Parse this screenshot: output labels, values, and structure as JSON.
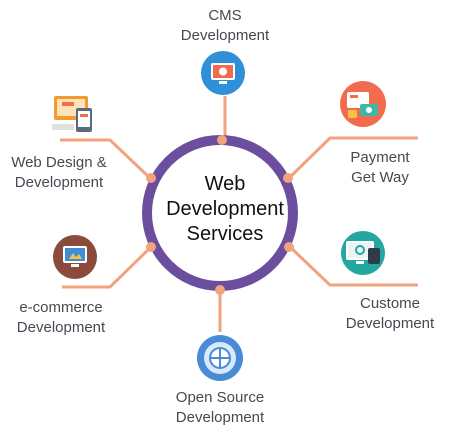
{
  "center": {
    "lines": [
      "Web",
      "Development",
      "Services"
    ]
  },
  "nodes": [
    {
      "id": "cms",
      "lines": [
        "CMS",
        "Development"
      ],
      "icon": "cms-screen-icon"
    },
    {
      "id": "web-design",
      "lines": [
        "Web Design &",
        "Development"
      ],
      "icon": "devices-icon"
    },
    {
      "id": "payment",
      "lines": [
        "Payment",
        "Get Way"
      ],
      "icon": "payment-icon"
    },
    {
      "id": "ecommerce",
      "lines": [
        "e-commerce",
        "Development"
      ],
      "icon": "ecommerce-icon"
    },
    {
      "id": "custom",
      "lines": [
        "Custome",
        "Development"
      ],
      "icon": "custom-monitor-icon"
    },
    {
      "id": "open-source",
      "lines": [
        "Open Source",
        "Development"
      ],
      "icon": "open-source-icon"
    }
  ],
  "colors": {
    "ring": "#6b4e9e",
    "connector": "#f0a37e",
    "text": "#444a52"
  }
}
